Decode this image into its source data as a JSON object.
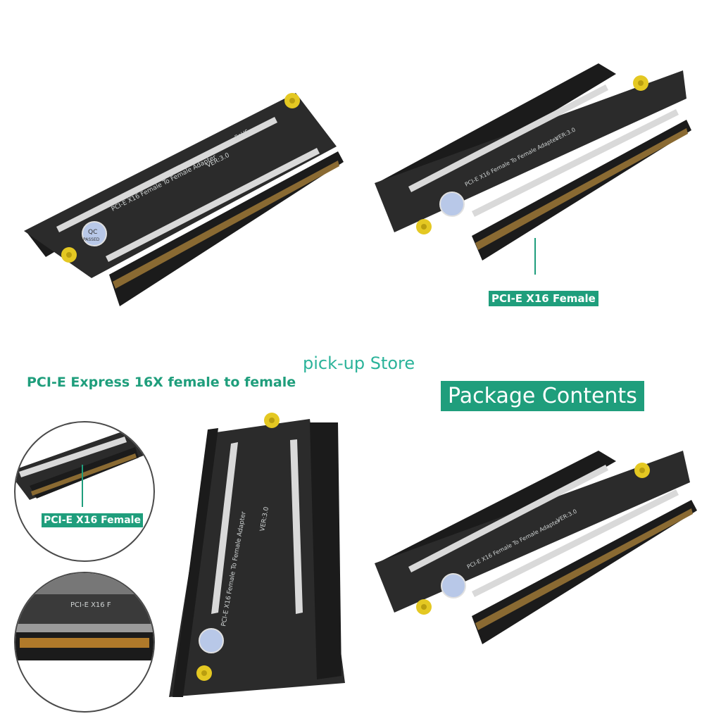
{
  "pcb_title": "PCI-E X16 Female To Female Adapter",
  "pcb_version": "VER:3.0",
  "pcb_rohs": "RoHS",
  "qc_badge": {
    "top": "QC",
    "bottom": "PASSED"
  },
  "female_label": "PCI-E X16 Female",
  "heading": "PCI-E Express 16X female to female",
  "store_name": "pick-up Store",
  "package_contents": "Package Contents",
  "closeup_pcb_text": "PCI-E X16 F",
  "colors": {
    "accent": "#1f9e7c",
    "pcb": "#2b2b2b",
    "connector": "#1b1b1b",
    "standoff": "#e4c822"
  }
}
